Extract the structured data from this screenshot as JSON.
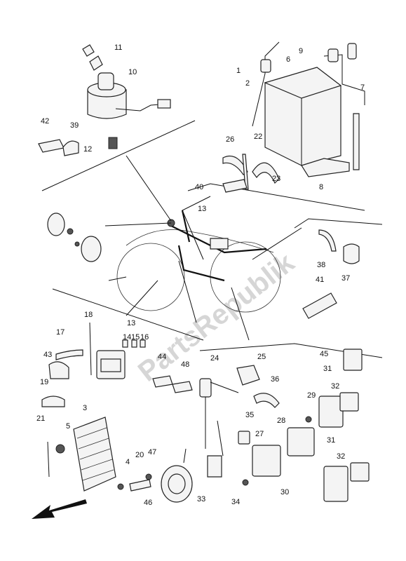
{
  "watermark": "PartsRepublik",
  "callouts": [
    {
      "id": "c11",
      "text": "11"
    },
    {
      "id": "c10",
      "text": "10"
    },
    {
      "id": "c42",
      "text": "42"
    },
    {
      "id": "c39",
      "text": "39"
    },
    {
      "id": "c12",
      "text": "12"
    },
    {
      "id": "c9",
      "text": "9"
    },
    {
      "id": "c1",
      "text": "1"
    },
    {
      "id": "c6",
      "text": "6"
    },
    {
      "id": "c2",
      "text": "2"
    },
    {
      "id": "c7",
      "text": "7"
    },
    {
      "id": "c26",
      "text": "26"
    },
    {
      "id": "c22",
      "text": "22"
    },
    {
      "id": "c23",
      "text": "23"
    },
    {
      "id": "c8",
      "text": "8"
    },
    {
      "id": "c40",
      "text": "40"
    },
    {
      "id": "c13a",
      "text": "13"
    },
    {
      "id": "c38",
      "text": "38"
    },
    {
      "id": "c37",
      "text": "37"
    },
    {
      "id": "c41",
      "text": "41"
    },
    {
      "id": "c18",
      "text": "18"
    },
    {
      "id": "c13b",
      "text": "13"
    },
    {
      "id": "c14",
      "text": "14"
    },
    {
      "id": "c15",
      "text": "15"
    },
    {
      "id": "c16",
      "text": "16"
    },
    {
      "id": "c17",
      "text": "17"
    },
    {
      "id": "c43",
      "text": "43"
    },
    {
      "id": "c19",
      "text": "19"
    },
    {
      "id": "c44",
      "text": "44"
    },
    {
      "id": "c48",
      "text": "48"
    },
    {
      "id": "c24",
      "text": "24"
    },
    {
      "id": "c25",
      "text": "25"
    },
    {
      "id": "c36",
      "text": "36"
    },
    {
      "id": "c45",
      "text": "45"
    },
    {
      "id": "c31a",
      "text": "31"
    },
    {
      "id": "c32a",
      "text": "32"
    },
    {
      "id": "c29",
      "text": "29"
    },
    {
      "id": "c3",
      "text": "3"
    },
    {
      "id": "c21",
      "text": "21"
    },
    {
      "id": "c5",
      "text": "5"
    },
    {
      "id": "c35",
      "text": "35"
    },
    {
      "id": "c28",
      "text": "28"
    },
    {
      "id": "c27",
      "text": "27"
    },
    {
      "id": "c31b",
      "text": "31"
    },
    {
      "id": "c32b",
      "text": "32"
    },
    {
      "id": "c4",
      "text": "4"
    },
    {
      "id": "c20",
      "text": "20"
    },
    {
      "id": "c47",
      "text": "47"
    },
    {
      "id": "c46",
      "text": "46"
    },
    {
      "id": "c33",
      "text": "33"
    },
    {
      "id": "c34",
      "text": "34"
    },
    {
      "id": "c30",
      "text": "30"
    }
  ],
  "colors": {
    "line": "#111111",
    "part_fill": "#f4f4f4",
    "watermark": "#d6d6d6"
  },
  "icons": {
    "direction_arrow": "arrow-left-down-icon"
  }
}
